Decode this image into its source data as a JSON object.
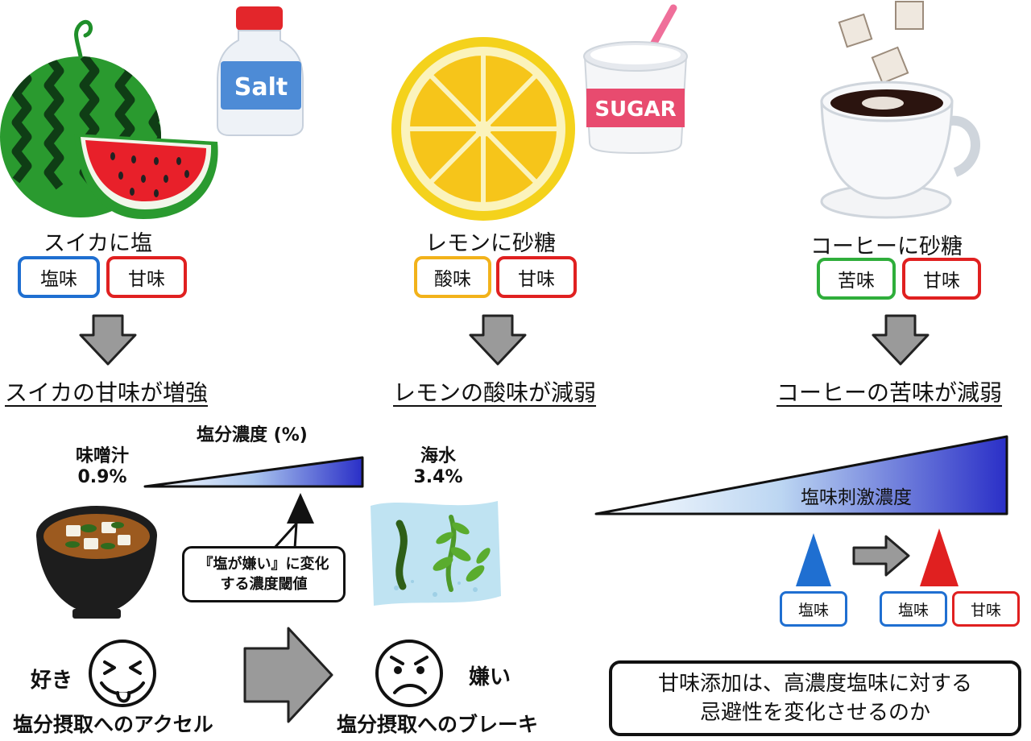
{
  "examples": [
    {
      "caption": "スイカに塩",
      "tastes": [
        "塩味",
        "甘味"
      ],
      "result": "スイカの甘味が増強",
      "illustration_label": "Salt"
    },
    {
      "caption": "レモンに砂糖",
      "tastes": [
        "酸味",
        "甘味"
      ],
      "result": "レモンの酸味が減弱",
      "illustration_label": "SUGAR"
    },
    {
      "caption": "コーヒーに砂糖",
      "tastes": [
        "苦味",
        "甘味"
      ],
      "result": "コーヒーの苦味が減弱"
    }
  ],
  "salt_scale": {
    "title": "塩分濃度 (%)",
    "low_name": "味噌汁",
    "low_value": "0.9%",
    "high_name": "海水",
    "high_value": "3.4%",
    "threshold_line1": "『塩が嫌い』に変化",
    "threshold_line2": "する濃度閾値"
  },
  "preference": {
    "like_label": "好き",
    "dislike_label": "嫌い",
    "accelerator": "塩分摂取へのアクセル",
    "brake": "塩分摂取へのブレーキ"
  },
  "stimulus": {
    "label": "塩味刺激濃度",
    "before_tastes": [
      "塩味"
    ],
    "after_tastes": [
      "塩味",
      "甘味"
    ]
  },
  "conclusion": {
    "line1": "甘味添加は、高濃度塩味に対する",
    "line2": "忌避性を変化させるのか"
  },
  "colors": {
    "salt_blue": "#1f6fd1",
    "sweet_red": "#e02020",
    "sour_orange": "#f2b21a",
    "bitter_green": "#2fae3b",
    "arrow_gray": "#9a9a9a",
    "gradient_start": "#ffffff",
    "gradient_end": "#2a2fc7"
  },
  "icons": [
    "watermelon-icon",
    "salt-shaker-icon",
    "lemon-slice-icon",
    "sugar-cup-icon",
    "coffee-cup-icon",
    "miso-soup-icon",
    "seaweed-sea-icon",
    "happy-face-icon",
    "worried-face-icon"
  ]
}
